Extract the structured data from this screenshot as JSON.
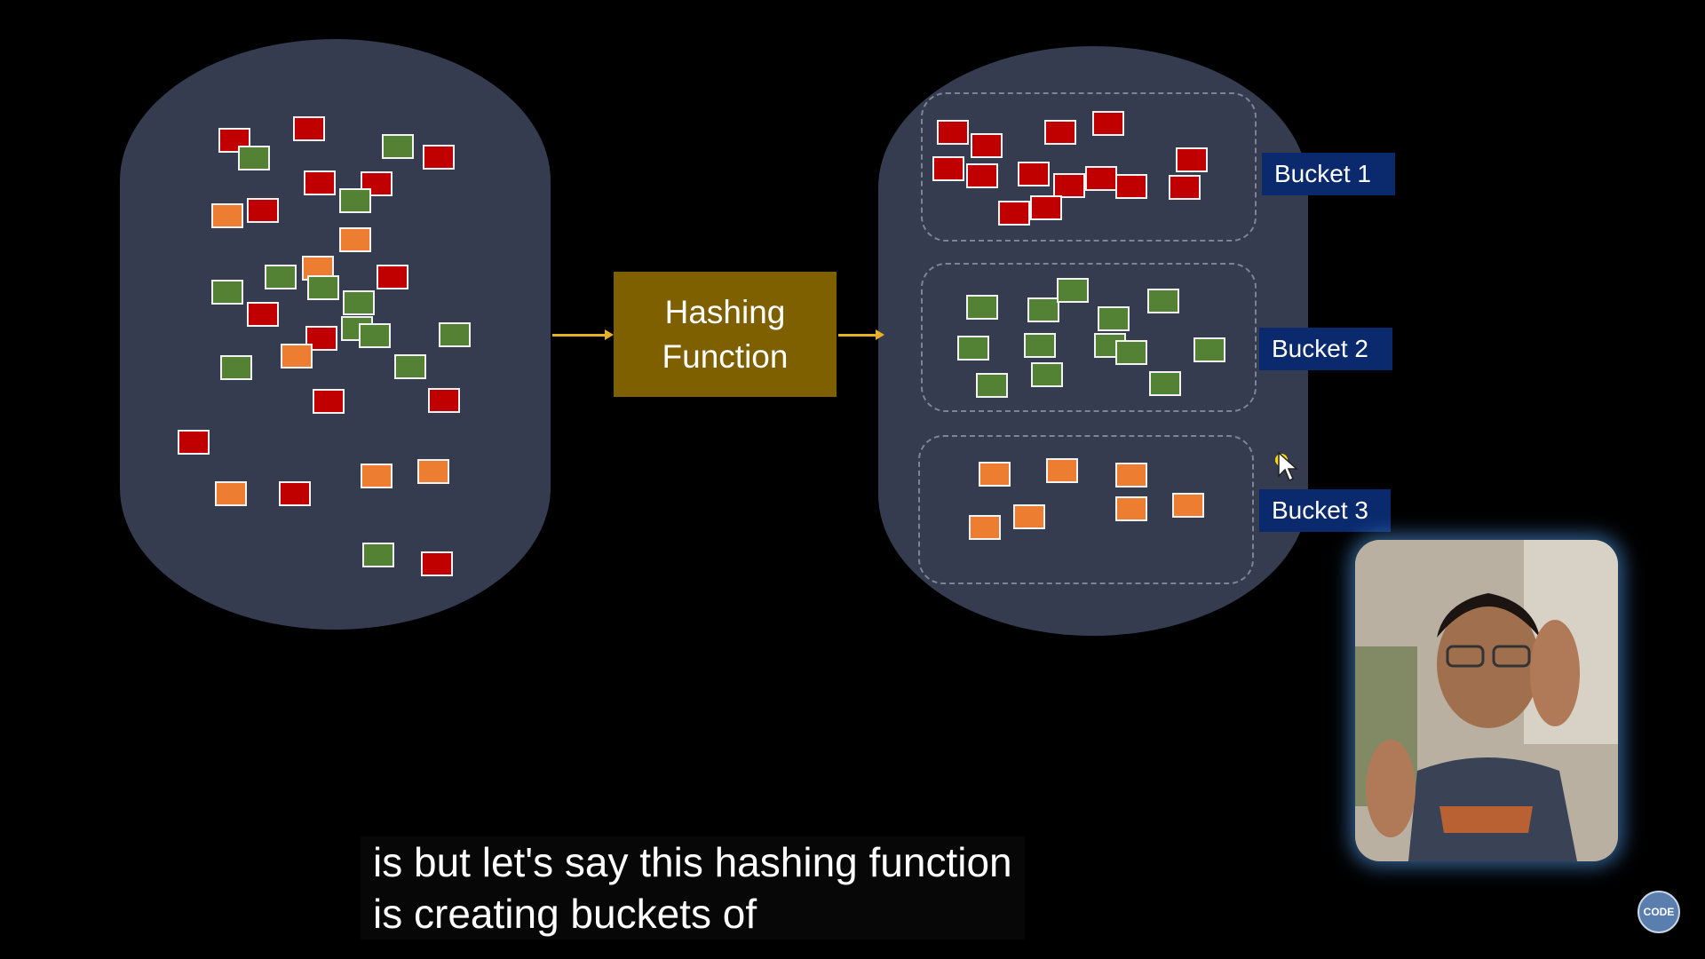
{
  "diagram": {
    "hashing_function_label": "Hashing\nFunction",
    "buckets": [
      {
        "label": "Bucket 1",
        "color": "#c00000"
      },
      {
        "label": "Bucket 2",
        "color": "#548235"
      },
      {
        "label": "Bucket 3",
        "color": "#ed7d31"
      }
    ],
    "colors": {
      "cylinder": "#353c4f",
      "red": "#c00000",
      "green": "#548235",
      "orange": "#ed7d31",
      "hash_box": "#7f6000",
      "bucket_label_bg": "#0b2a6e",
      "arrow": "#e8b026"
    }
  },
  "caption": {
    "line1": "is but let's say this hashing function",
    "line2": "is creating buckets of"
  },
  "channel_logo": {
    "text": "CODE",
    "icon": "codebasics-logo-icon"
  },
  "presenter": {
    "icon": "presenter-video-icon"
  }
}
